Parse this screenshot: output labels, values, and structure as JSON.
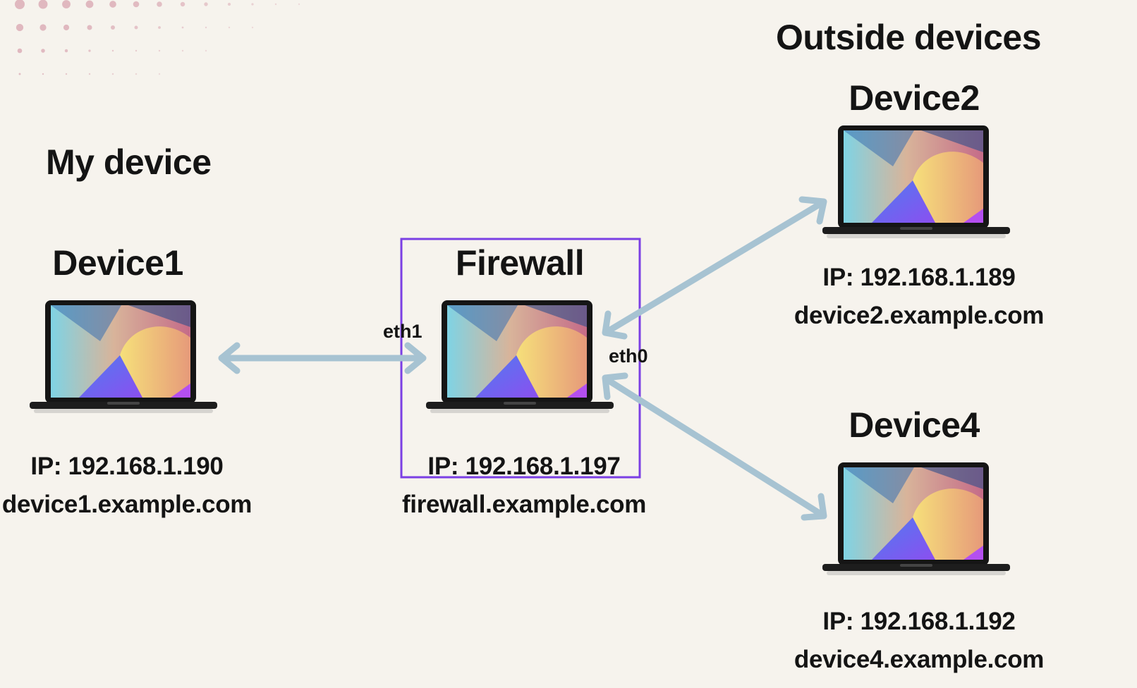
{
  "headings": {
    "my_device": "My device",
    "outside_devices": "Outside devices"
  },
  "devices": {
    "device1": {
      "name": "Device1",
      "ip": "IP: 192.168.1.190",
      "host": "device1.example.com"
    },
    "firewall": {
      "name": "Firewall",
      "ip": "IP: 192.168.1.197",
      "host": "firewall.example.com",
      "if_left": "eth1",
      "if_right": "eth0"
    },
    "device2": {
      "name": "Device2",
      "ip": "IP: 192.168.1.189",
      "host": "device2.example.com"
    },
    "device4": {
      "name": "Device4",
      "ip": "IP: 192.168.1.192",
      "host": "device4.example.com"
    }
  },
  "colors": {
    "background": "#f6f3ed",
    "arrow": "#a7c3d2",
    "firewall_box": "#7b3fe4",
    "dots": "#e0b8bf"
  }
}
